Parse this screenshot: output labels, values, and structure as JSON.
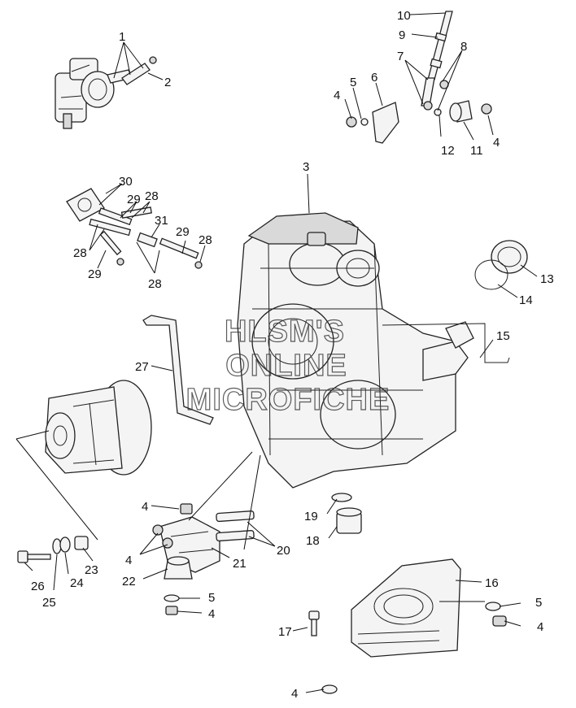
{
  "watermark": {
    "line1": "HLSM'S",
    "line2": "ONLINE",
    "line3": "MICROFICHE"
  },
  "callouts": [
    {
      "id": "c1",
      "label": "1"
    },
    {
      "id": "c2",
      "label": "2"
    },
    {
      "id": "c3",
      "label": "3"
    },
    {
      "id": "c4a",
      "label": "4"
    },
    {
      "id": "c4b",
      "label": "4"
    },
    {
      "id": "c4c",
      "label": "4"
    },
    {
      "id": "c4d",
      "label": "4"
    },
    {
      "id": "c4e",
      "label": "4"
    },
    {
      "id": "c4f",
      "label": "4"
    },
    {
      "id": "c4g",
      "label": "4"
    },
    {
      "id": "c5a",
      "label": "5"
    },
    {
      "id": "c5b",
      "label": "5"
    },
    {
      "id": "c5c",
      "label": "5"
    },
    {
      "id": "c6",
      "label": "6"
    },
    {
      "id": "c7",
      "label": "7"
    },
    {
      "id": "c8",
      "label": "8"
    },
    {
      "id": "c9",
      "label": "9"
    },
    {
      "id": "c10",
      "label": "10"
    },
    {
      "id": "c11",
      "label": "11"
    },
    {
      "id": "c12",
      "label": "12"
    },
    {
      "id": "c13",
      "label": "13"
    },
    {
      "id": "c14",
      "label": "14"
    },
    {
      "id": "c15",
      "label": "15"
    },
    {
      "id": "c16",
      "label": "16"
    },
    {
      "id": "c17",
      "label": "17"
    },
    {
      "id": "c18",
      "label": "18"
    },
    {
      "id": "c19",
      "label": "19"
    },
    {
      "id": "c20",
      "label": "20"
    },
    {
      "id": "c21",
      "label": "21"
    },
    {
      "id": "c22",
      "label": "22"
    },
    {
      "id": "c23",
      "label": "23"
    },
    {
      "id": "c24",
      "label": "24"
    },
    {
      "id": "c25",
      "label": "25"
    },
    {
      "id": "c26",
      "label": "26"
    },
    {
      "id": "c27",
      "label": "27"
    },
    {
      "id": "c28a",
      "label": "28"
    },
    {
      "id": "c28b",
      "label": "28"
    },
    {
      "id": "c28c",
      "label": "28"
    },
    {
      "id": "c28d",
      "label": "28"
    },
    {
      "id": "c29a",
      "label": "29"
    },
    {
      "id": "c29b",
      "label": "29"
    },
    {
      "id": "c29c",
      "label": "29"
    },
    {
      "id": "c30",
      "label": "30"
    },
    {
      "id": "c31",
      "label": "31"
    }
  ]
}
